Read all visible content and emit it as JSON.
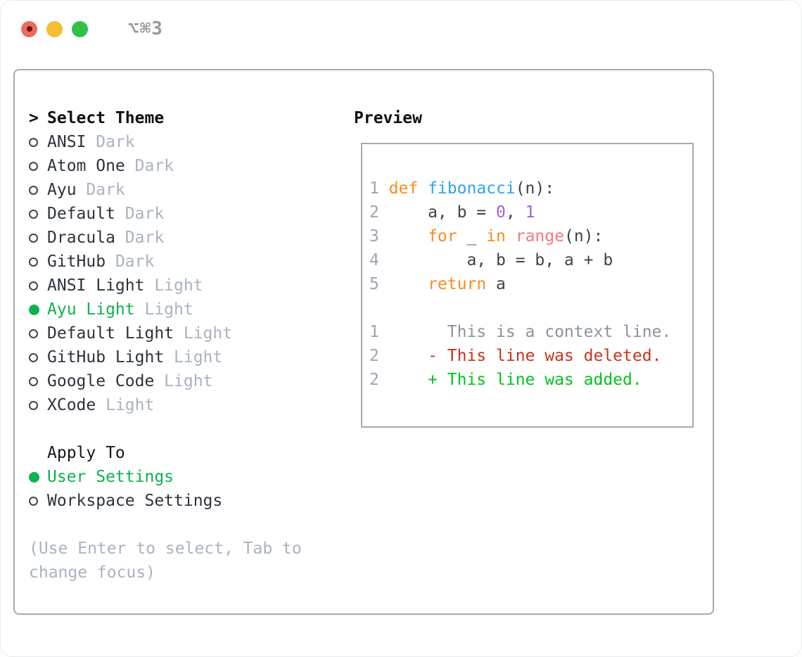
{
  "titlebar": {
    "shortcut": "⌥⌘3",
    "buttons": [
      "close",
      "minimize",
      "zoom"
    ]
  },
  "theme_panel": {
    "header_prefix": ">",
    "header": "Select Theme",
    "items": [
      {
        "name": "ANSI",
        "tag": "Dark",
        "selected": false
      },
      {
        "name": "Atom One",
        "tag": "Dark",
        "selected": false
      },
      {
        "name": "Ayu",
        "tag": "Dark",
        "selected": false
      },
      {
        "name": "Default",
        "tag": "Dark",
        "selected": false
      },
      {
        "name": "Dracula",
        "tag": "Dark",
        "selected": false
      },
      {
        "name": "GitHub",
        "tag": "Dark",
        "selected": false
      },
      {
        "name": "ANSI Light",
        "tag": "Light",
        "selected": false
      },
      {
        "name": "Ayu Light",
        "tag": "Light",
        "selected": true
      },
      {
        "name": "Default Light",
        "tag": "Light",
        "selected": false
      },
      {
        "name": "GitHub Light",
        "tag": "Light",
        "selected": false
      },
      {
        "name": "Google Code",
        "tag": "Light",
        "selected": false
      },
      {
        "name": "XCode",
        "tag": "Light",
        "selected": false
      }
    ],
    "apply_to": {
      "header": "Apply To",
      "options": [
        {
          "label": "User Settings",
          "selected": true
        },
        {
          "label": "Workspace Settings",
          "selected": false
        }
      ]
    },
    "help_lines": [
      "(Use Enter to select, Tab to",
      "change focus)"
    ]
  },
  "preview": {
    "title": "Preview",
    "lines": [
      {
        "num": "1",
        "tokens": [
          {
            "c": "kw",
            "t": "def "
          },
          {
            "c": "fn",
            "t": "fibonacci"
          },
          {
            "c": "df",
            "t": "(n):"
          }
        ]
      },
      {
        "num": "2",
        "tokens": [
          {
            "c": "df",
            "t": "    a, b = "
          },
          {
            "c": "num",
            "t": "0"
          },
          {
            "c": "df",
            "t": ", "
          },
          {
            "c": "num",
            "t": "1"
          }
        ]
      },
      {
        "num": "3",
        "tokens": [
          {
            "c": "df",
            "t": "    "
          },
          {
            "c": "kw",
            "t": "for"
          },
          {
            "c": "df",
            "t": " _ "
          },
          {
            "c": "kw",
            "t": "in"
          },
          {
            "c": "df",
            "t": " "
          },
          {
            "c": "bi",
            "t": "range"
          },
          {
            "c": "df",
            "t": "(n):"
          }
        ]
      },
      {
        "num": "4",
        "tokens": [
          {
            "c": "df",
            "t": "        a, b = b, a + b"
          }
        ]
      },
      {
        "num": "5",
        "tokens": [
          {
            "c": "df",
            "t": "    "
          },
          {
            "c": "kw",
            "t": "return"
          },
          {
            "c": "df",
            "t": " a"
          }
        ]
      },
      {
        "num": "",
        "tokens": []
      },
      {
        "num": "1",
        "tokens": [
          {
            "c": "ctx",
            "t": "      This is a context line."
          }
        ]
      },
      {
        "num": "2",
        "tokens": [
          {
            "c": "del",
            "t": "    - This line was deleted."
          }
        ]
      },
      {
        "num": "2",
        "tokens": [
          {
            "c": "add",
            "t": "    + This line was added."
          }
        ]
      }
    ]
  },
  "colors": {
    "selection_green": "#0cb24c",
    "frame_border": "#a3abb7",
    "item_name": "#2c333d",
    "item_tag": "#a9b3c1",
    "help_text": "#a9b3c1",
    "traffic": {
      "close": "#ee6a5f",
      "close_dot": "#6c150c",
      "minimize": "#f5bd33",
      "zoom": "#33c048"
    },
    "syntax": {
      "kw": "#f78c1e",
      "fn": "#2fa3e8",
      "num": "#a55fd8",
      "bi": "#f9757f",
      "df": "#3d434d",
      "ctx": "#8b939e",
      "del": "#c8331c",
      "add": "#02c31e",
      "ln": "#9aa5b3"
    }
  }
}
